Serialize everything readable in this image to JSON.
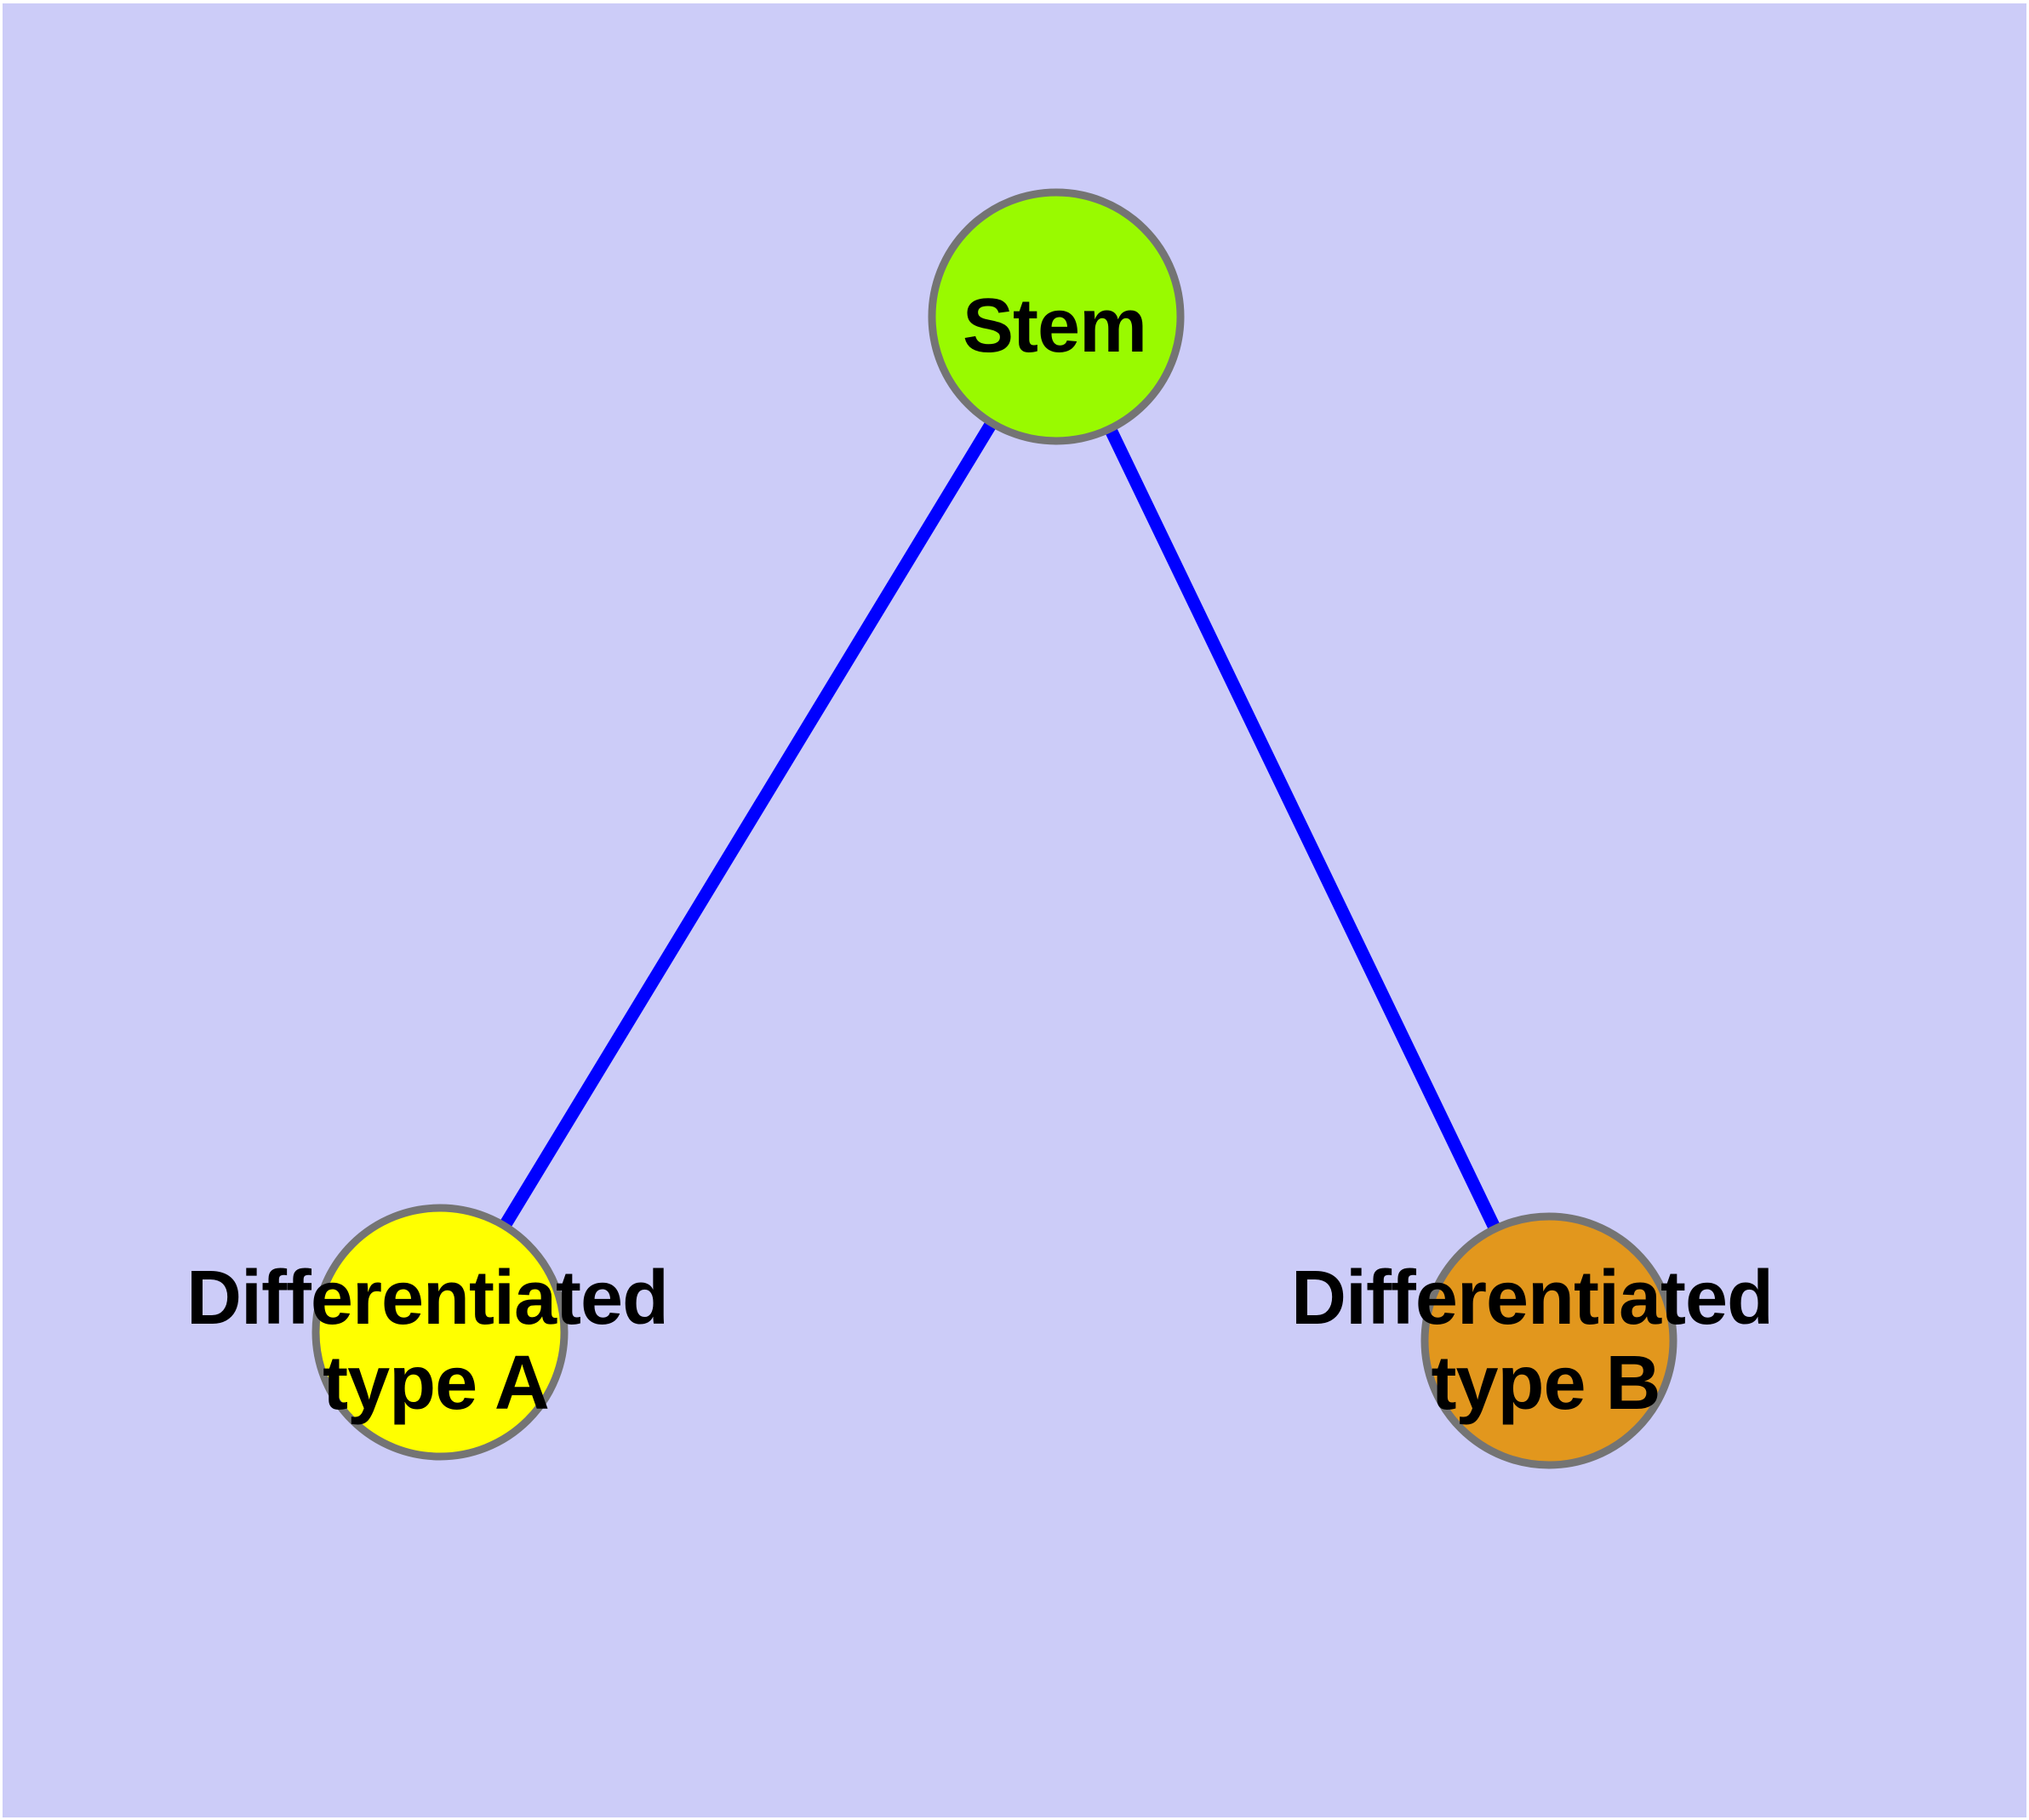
{
  "diagram": {
    "type": "node-link-graph",
    "background_color": "#CCCCF8",
    "frame_color": "#FFFFFF",
    "node_border_color": "#747474",
    "edge_color": "#0000FF",
    "label_color": "#000000",
    "nodes": [
      {
        "id": "stem",
        "label_lines": [
          "Stem"
        ],
        "fill": "#99FA00"
      },
      {
        "id": "type-a",
        "label_lines": [
          "Differentiated",
          "type A"
        ],
        "fill": "#FFFF00"
      },
      {
        "id": "type-b",
        "label_lines": [
          "Differentiated",
          "type B"
        ],
        "fill": "#E2971D"
      }
    ],
    "edges": [
      {
        "from": "stem",
        "to": "type-a"
      },
      {
        "from": "stem",
        "to": "type-b"
      }
    ]
  }
}
